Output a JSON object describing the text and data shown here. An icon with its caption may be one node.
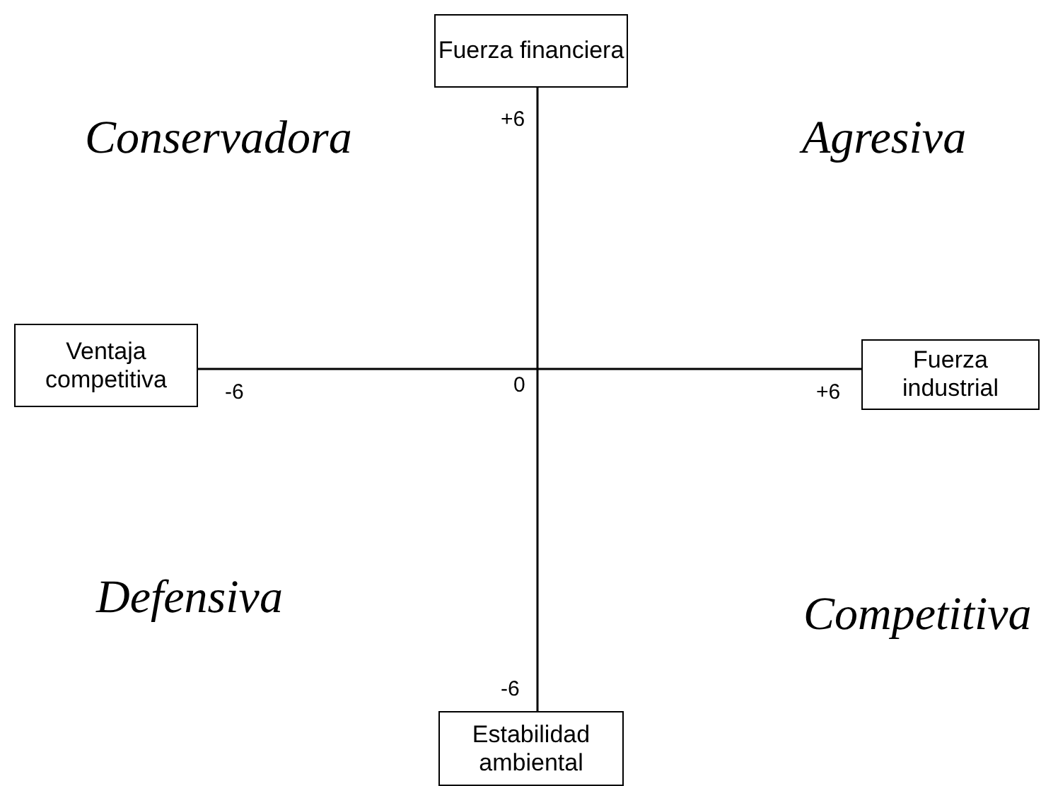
{
  "diagram": {
    "nodes": [
      {
        "text": [
          "Fuerza financiera"
        ]
      },
      {
        "text": [
          "Ventaja competitiva"
        ]
      },
      {
        "text": [
          "Fuerza industrial"
        ]
      },
      {
        "text": [
          "Estabilidad ambiental"
        ]
      }
    ],
    "edges": [
      {
        "from": 0,
        "to": 3,
        "arrow": "none"
      },
      {
        "from": 1,
        "to": 2,
        "arrow": "none"
      }
    ],
    "labels": [
      "+6",
      "Conservadora",
      "Agresiva",
      "-6",
      "0",
      "+6",
      "Defensiva",
      "Competitiva",
      "-6"
    ]
  }
}
